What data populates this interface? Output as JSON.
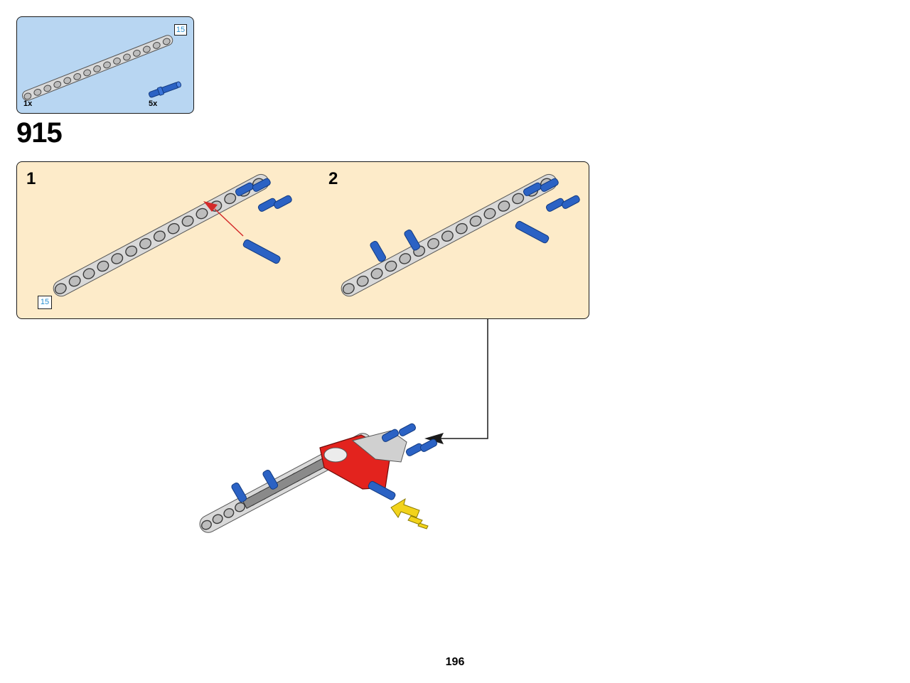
{
  "parts_list": {
    "items": [
      {
        "part": "liftarm-beam-15-icon",
        "quantity": "1x",
        "length_tag": "15"
      },
      {
        "part": "blue-axle-pin-icon",
        "quantity": "5x"
      }
    ]
  },
  "step": {
    "number": "915"
  },
  "substeps": [
    {
      "number": "1",
      "length_tag": "15"
    },
    {
      "number": "2"
    }
  ],
  "colors": {
    "parts_box": "#b8d6f2",
    "substep_box": "#fdebc9",
    "beam": "#d9d9d9",
    "pin": "#2b62c4",
    "arrow_red": "#d42a2a",
    "arrow_yellow": "#f2d31b",
    "red_part": "#e3231e"
  },
  "page": {
    "number": "196"
  }
}
